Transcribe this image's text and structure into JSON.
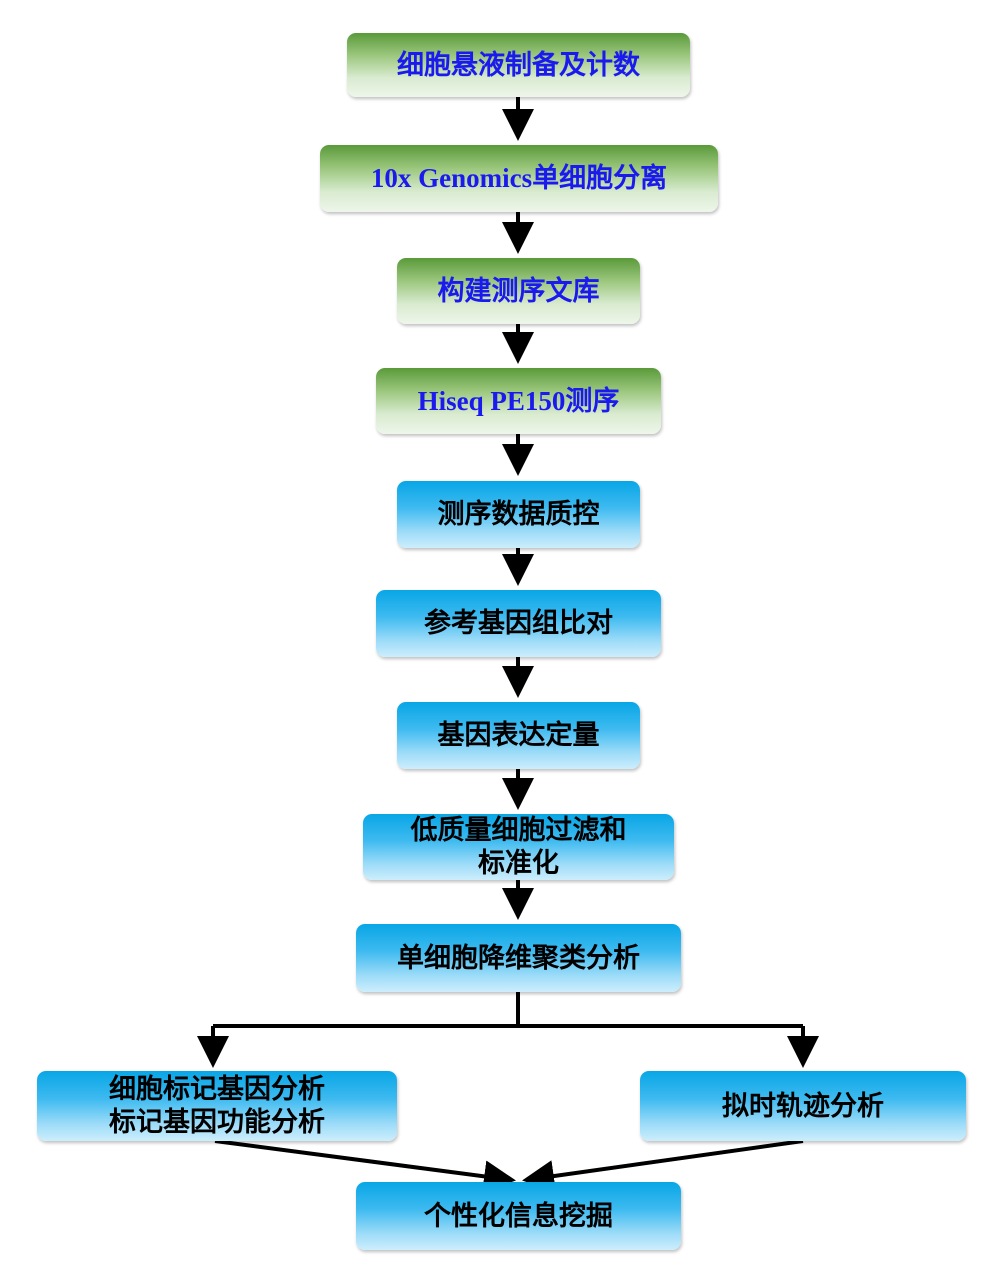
{
  "steps": {
    "s1": "细胞悬液制备及计数",
    "s2": "10x Genomics单细胞分离",
    "s3": "构建测序文库",
    "s4": "Hiseq PE150测序",
    "s5": "测序数据质控",
    "s6": "参考基因组比对",
    "s7": "基因表达定量",
    "s8": [
      "低质量细胞过滤和",
      "标准化"
    ],
    "s9": "单细胞降维聚类分析",
    "s10": [
      "细胞标记基因分析",
      "标记基因功能分析"
    ],
    "s11": "拟时轨迹分析",
    "s12": "个性化信息挖掘"
  },
  "colors": {
    "green_top": "#5a9a3a",
    "green_bottom": "#eef6ea",
    "blue_top": "#08a6e6",
    "blue_bottom": "#cdeefc",
    "green_text": "#1a1aee",
    "blue_text": "#000000",
    "connector": "#000000"
  }
}
